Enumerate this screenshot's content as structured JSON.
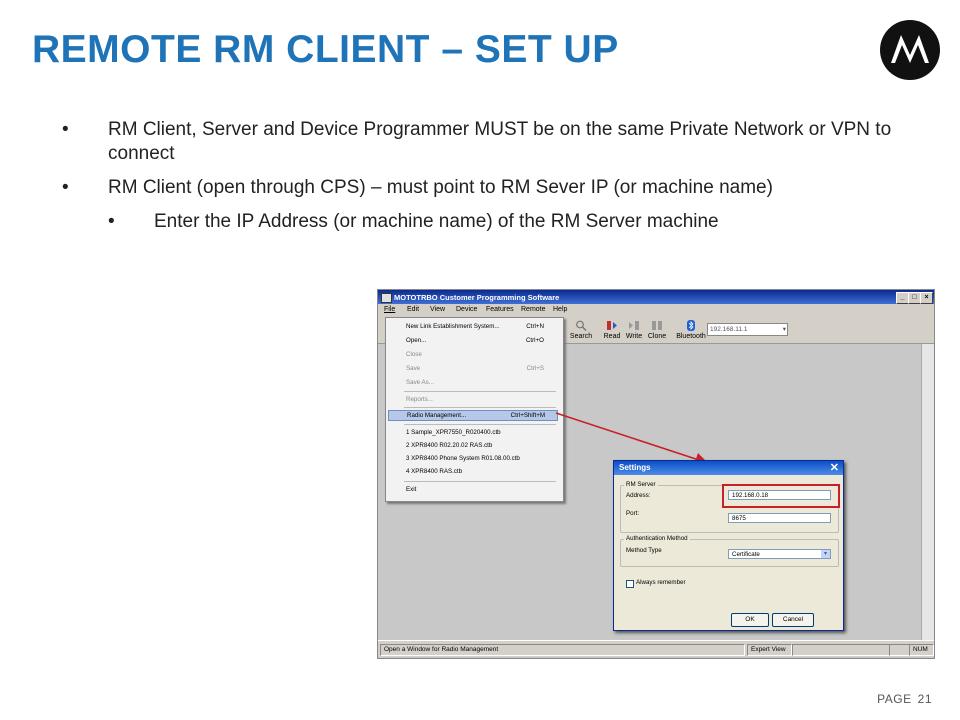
{
  "slide": {
    "title": "REMOTE RM CLIENT – SET UP",
    "bullets": [
      "RM Client, Server and Device Programmer MUST be on the same Private Network or VPN to connect",
      "RM Client (open through CPS) –  must point to RM Sever IP (or machine name)"
    ],
    "sub_bullets": [
      "Enter the IP Address (or machine name) of the RM Server machine"
    ],
    "page_label": "PAGE",
    "page_number": "21",
    "title_color": "#1f73b7",
    "logo_icon": "motorola-logo-icon"
  },
  "app": {
    "window_title": "MOTOTRBO Customer Programming Software",
    "menu": [
      "File",
      "Edit",
      "View",
      "Device",
      "Features",
      "Remote",
      "Help"
    ],
    "toolbar": {
      "search": "Search",
      "read": "Read",
      "write": "Write",
      "clone": "Clone",
      "bluetooth": "Bluetooth",
      "ip_value": "192.168.11.1"
    },
    "file_menu": [
      {
        "label": "New Link Establishment System...",
        "shortcut": "Ctrl+N"
      },
      {
        "label": "Open...",
        "shortcut": "Ctrl+O"
      },
      {
        "label": "Close",
        "shortcut": ""
      },
      {
        "label": "Save",
        "shortcut": "Ctrl+S"
      },
      {
        "label": "Save As...",
        "shortcut": ""
      },
      {
        "label": "Reports...",
        "shortcut": ""
      },
      {
        "label": "Radio Management...",
        "shortcut": "Ctrl+Shift+M"
      },
      {
        "label": "1  Sample_XPR7550_R020400.ctb",
        "shortcut": ""
      },
      {
        "label": "2  XPR8400 R02.20.02 RAS.ctb",
        "shortcut": ""
      },
      {
        "label": "3  XPR8400 Phone System R01.08.00.ctb",
        "shortcut": ""
      },
      {
        "label": "4  XPR8400 RAS.ctb",
        "shortcut": ""
      },
      {
        "label": "Exit",
        "shortcut": ""
      }
    ],
    "status": {
      "message": "Open a Window for Radio Management",
      "view": "Expert View",
      "num": "NUM"
    }
  },
  "settings_dialog": {
    "title": "Settings",
    "rm_server_group": "RM Server",
    "address_label": "Address:",
    "address_value": "192.168.0.18",
    "port_label": "Port:",
    "port_value": "8675",
    "auth_group": "Authentication Method",
    "method_label": "Method Type",
    "method_value": "Certificate",
    "remember_label": "Always remember",
    "ok_label": "OK",
    "cancel_label": "Cancel",
    "highlight_color": "#c8202a"
  }
}
